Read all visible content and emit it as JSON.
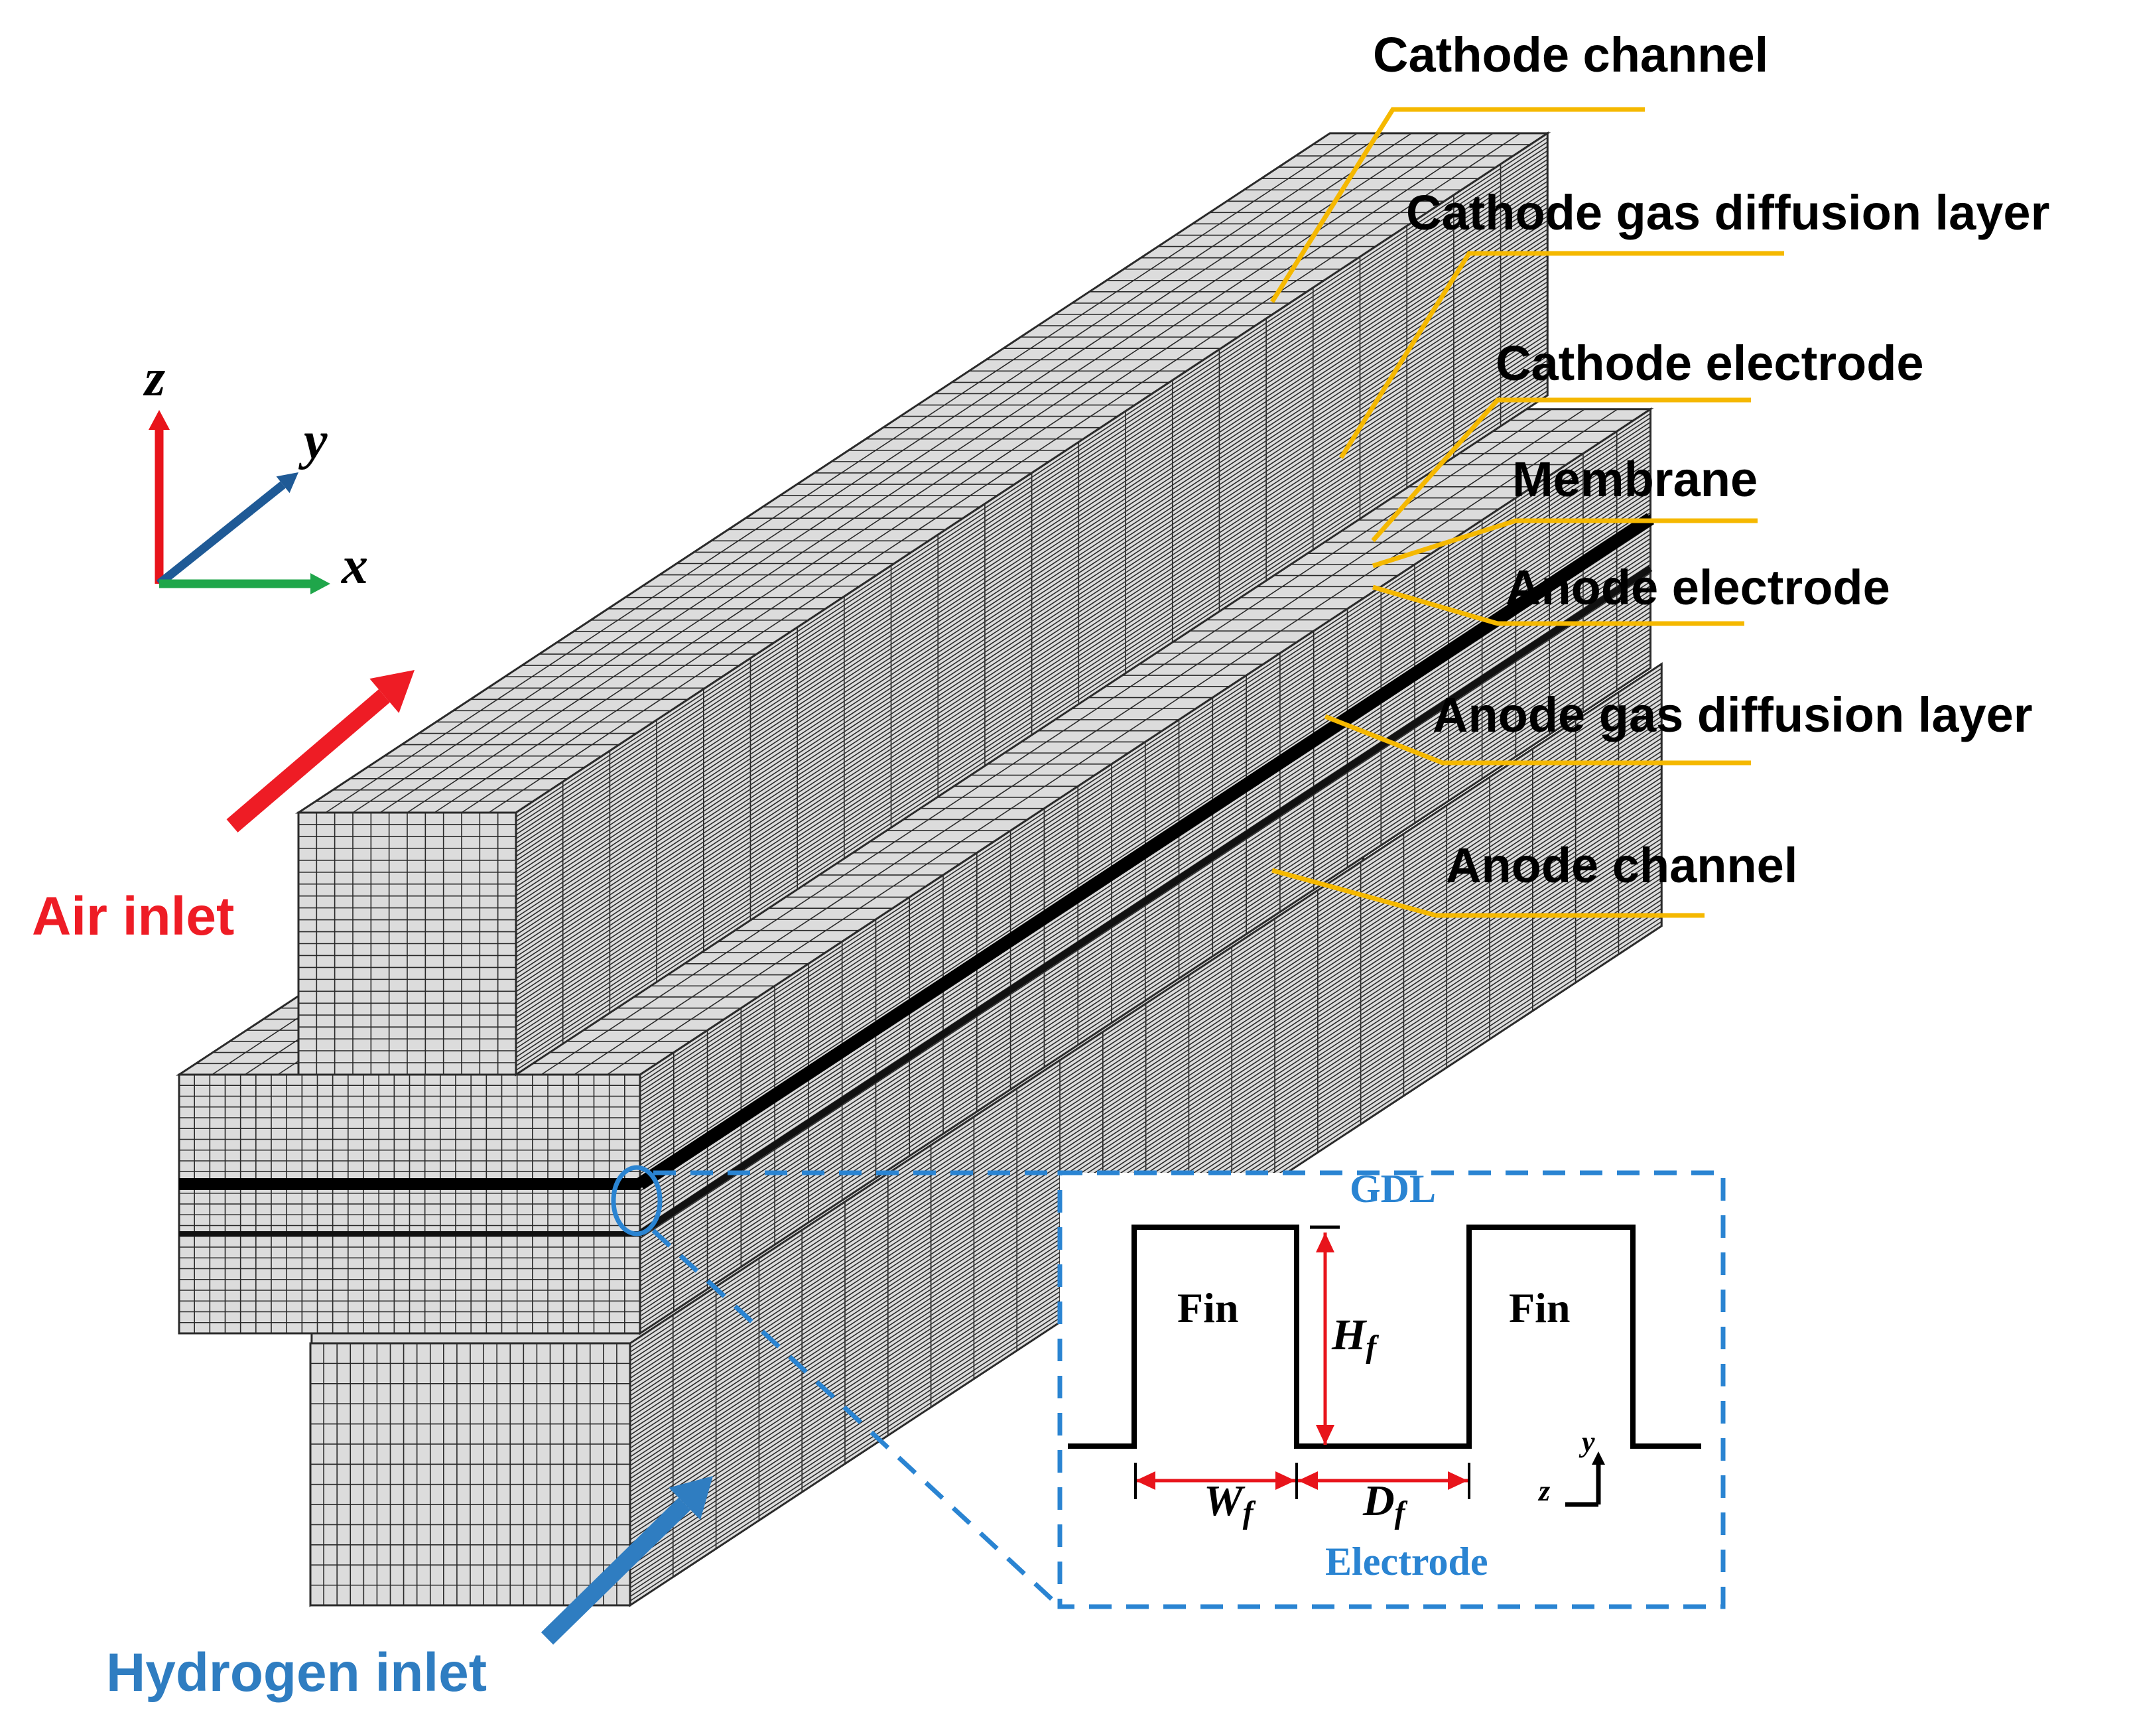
{
  "layer_labels": {
    "cathode_channel": "Cathode channel",
    "cathode_gdl": "Cathode gas diffusion layer",
    "cathode_electrode": "Cathode electrode",
    "membrane": "Membrane",
    "anode_electrode": "Anode electrode",
    "anode_gdl": "Anode gas diffusion layer",
    "anode_channel": "Anode channel"
  },
  "inlets": {
    "air": "Air inlet",
    "hydrogen": "Hydrogen inlet"
  },
  "axes": {
    "x": "x",
    "y": "y",
    "z": "z"
  },
  "inset": {
    "top_label": "GDL",
    "bottom_label": "Electrode",
    "fin_left": "Fin",
    "fin_right": "Fin",
    "height_symbol": "H",
    "height_sub": "f",
    "width_symbol": "W",
    "width_sub": "f",
    "spacing_symbol": "D",
    "spacing_sub": "f",
    "axis_y": "y",
    "axis_z": "z"
  },
  "colors": {
    "leader": "#f5b800",
    "air": "#ee1c25",
    "hydrogen": "#2f7dc1",
    "inset_border": "#2a84d2",
    "inset_blue_text": "#2a84d2",
    "dimension": "#e8141b",
    "axis_x": "#1fa64a",
    "axis_y": "#1f5a96",
    "axis_z": "#e8141b",
    "mesh_face": "#dcdcdc",
    "mesh_line": "#2a2a2a"
  }
}
